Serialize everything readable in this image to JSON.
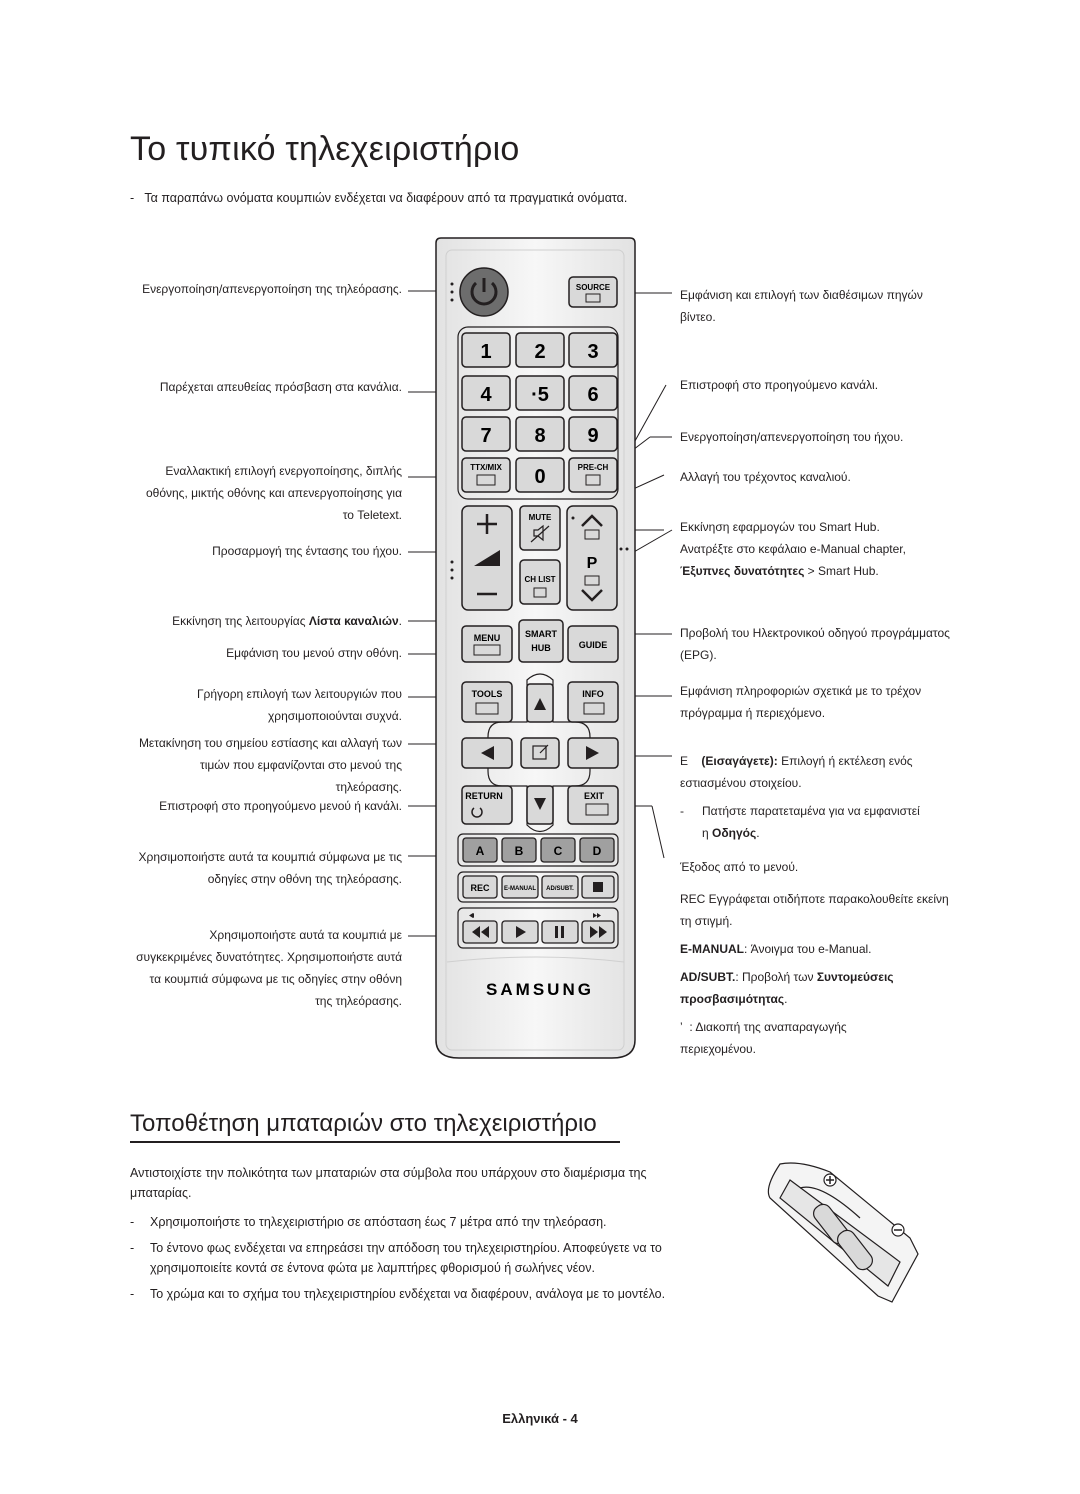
{
  "title": "Το τυπικό τηλεχειριστήριο",
  "intro_note": "Τα παραπάνω ονόματα κουμπιών ενδέχεται να διαφέρουν από τα πραγματικά ονόματα.",
  "left_labels": {
    "power": "Ενεργοποίηση/απενεργοποίηση της τηλεόρασης.",
    "channels": "Παρέχεται απευθείας πρόσβαση στα κανάλια.",
    "teletext": "Εναλλακτική επιλογή ενεργοποίησης, διπλής οθόνης, μικτής οθόνης και απενεργοποίησης για το Teletext.",
    "volume": "Προσαρμογή της έντασης του ήχου.",
    "chlist_a": "Εκκίνηση της λειτουργίας ",
    "chlist_b": "Λίστα καναλιών",
    "chlist_c": ".",
    "menu": "Εμφάνιση του μενού στην οθόνη.",
    "tools": "Γρήγορη επιλογή των λειτουργιών που χρησιμοποιούνται συχνά.",
    "arrows": "Μετακίνηση του σημείου εστίασης και αλλαγή των τιμών που εμφανίζονται στο μενού της τηλεόρασης.",
    "return": "Επιστροφή στο προηγούμενο μενού ή κανάλι.",
    "color": "Χρησιμοποιήστε αυτά τα κουμπιά σύμφωνα με τις οδηγίες στην οθόνη της τηλεόρασης.",
    "playback": "Χρησιμοποιήστε αυτά τα κουμπιά με συγκεκριμένες δυνατότητες. Χρησιμοποιήστε αυτά τα κουμπιά σύμφωνα με τις οδηγίες στην οθόνη της τηλεόρασης."
  },
  "right_labels": {
    "source": "Εμφάνιση και επιλογή των διαθέσιμων πηγών βίντεο.",
    "prech": "Επιστροφή στο προηγούμενο κανάλι.",
    "mute": "Ενεργοποίηση/απενεργοποίηση του ήχου.",
    "channel": "Αλλαγή του τρέχοντος καναλιού.",
    "smart_a": "Εκκίνηση εφαρμογών του ",
    "smart_b": "Smart Hub",
    "smart_c": ".",
    "smart_d": "Ανατρέξτε στο κεφάλαιο e-Manual chapter,",
    "smart_e": "Έξυπνες δυνατότητες",
    "smart_f": " > ",
    "smart_g": "Smart Hub",
    "smart_h": ".",
    "guide": "Προβολή του Ηλεκτρονικού οδηγού προγράμματος (EPG).",
    "info": "Εμφάνιση πληροφοριών σχετικά με το τρέχον πρόγραμμα ή περιεχόμενο.",
    "enter_icon": "E",
    "enter_a": "(Εισαγάγετε):",
    "enter_b": " Επιλογή ή εκτέλεση ενός εστιασμένου στοιχείου.",
    "enter_sub_a": "Πατήστε παρατεταμένα για να εμφανιστεί η ",
    "enter_sub_b": "Οδηγός",
    "enter_sub_c": ".",
    "exit": "Έξοδος από το μενού.",
    "rec_a": "REC",
    "rec_b": " Εγγράφεται οτιδήποτε παρακολουθείτε εκείνη τη στιγμή.",
    "emanual_a": "E-MANUAL",
    "emanual_b": ": Άνοιγμα του e-Manual.",
    "adsubt_a": "AD/SUBT.",
    "adsubt_b": ": Προβολή των ",
    "adsubt_c": "Συντομεύσεις προσβασιμότητας",
    "adsubt_d": ".",
    "stop_icon": "’",
    "stop": ": Διακοπή της αναπαραγωγής περιεχομένου."
  },
  "remote": {
    "source": "SOURCE",
    "digits": [
      "1",
      "2",
      "3",
      "4",
      "·5",
      "6",
      "7",
      "8",
      "9"
    ],
    "ttx": "TTX/MIX",
    "zero": "0",
    "prech": "PRE-CH",
    "mute": "MUTE",
    "chlist": "CH LIST",
    "p": "P",
    "menu": "MENU",
    "smart1": "SMART",
    "smart2": "HUB",
    "guide": "GUIDE",
    "tools": "TOOLS",
    "info": "INFO",
    "return": "RETURN",
    "exit": "EXIT",
    "colors": [
      "A",
      "B",
      "C",
      "D"
    ],
    "rec": "REC",
    "emanual": "E-MANUAL",
    "adsubt": "AD/SUBT.",
    "brand": "SAMSUNG"
  },
  "section2": {
    "title": "Τοποθέτηση μπαταριών στο τηλεχειριστήριο",
    "para": "Αντιστοιχίστε την πολικότητα των μπαταριών στα σύμβολα που υπάρχουν στο διαμέρισμα της μπαταρίας.",
    "bullets": [
      "Χρησιμοποιήστε το τηλεχειριστήριο σε απόσταση έως 7 μέτρα από την τηλεόραση.",
      "Το έντονο φως ενδέχεται να επηρεάσει την απόδοση του τηλεχειριστηρίου. Αποφεύγετε να το χρησιμοποιείτε κοντά σε έντονα φώτα με λαμπτήρες φθορισμού ή σωλήνες νέον.",
      "Το χρώμα και το σχήμα του τηλεχειριστηρίου ενδέχεται να διαφέρουν, ανάλογα με το μοντέλο."
    ],
    "dash": "-"
  },
  "footer": "Ελληνικά - 4",
  "colors": {
    "ink": "#231f20",
    "remote_body": "#f4f4f4",
    "button": "#d9d9d9",
    "color_key": "#a0a0a0"
  }
}
